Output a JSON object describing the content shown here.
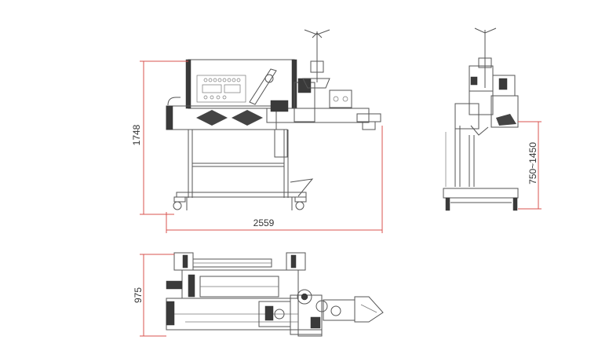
{
  "drawing": {
    "front_view": {
      "height_label": "1748",
      "width_label": "2559"
    },
    "side_view": {
      "adjust_label": "750~1450"
    },
    "top_view": {
      "depth_label": "975"
    }
  },
  "colors": {
    "dimension_line": "#d9534f",
    "line_art": "#555555",
    "background": "#ffffff"
  }
}
